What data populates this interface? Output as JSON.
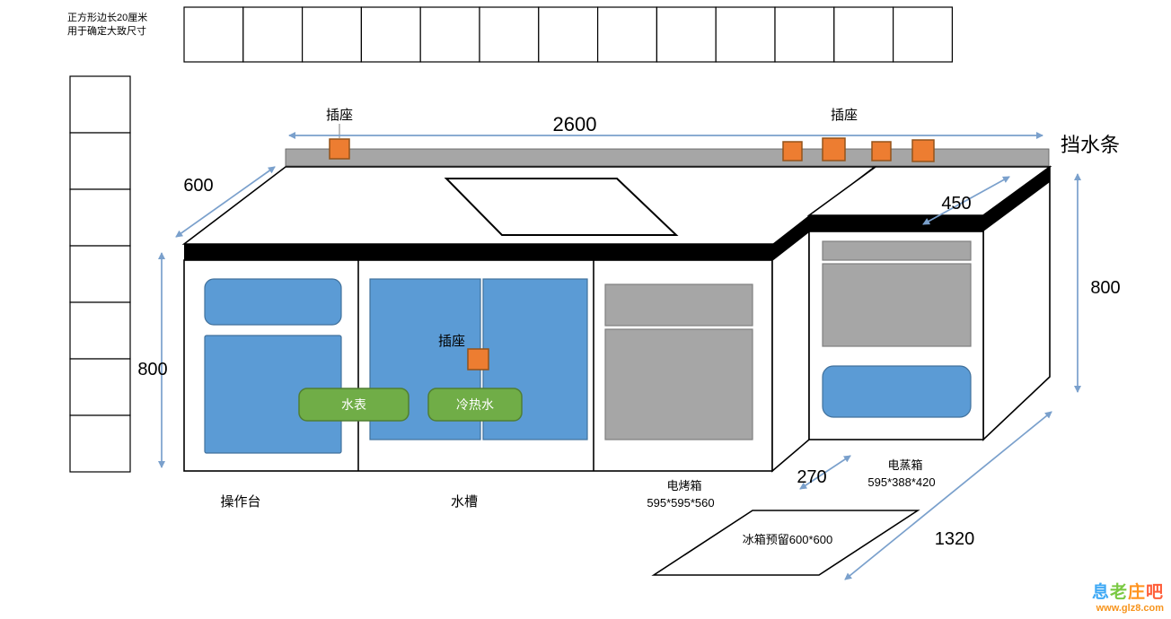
{
  "note": {
    "line1": "正方形边长20厘米",
    "line2": "用于确定大致尺寸"
  },
  "grid": {
    "h_count": 13,
    "v_count": 7
  },
  "dimensions": {
    "top_width": "2600",
    "counter_depth": "600",
    "tower_depth": "450",
    "height_left": "800",
    "height_right": "800",
    "gap": "270",
    "floor_diag": "1320"
  },
  "labels": {
    "socket": "插座",
    "water_barrier": "挡水条",
    "water_meter": "水表",
    "cold_hot_water": "冷热水",
    "worktop": "操作台",
    "sink": "水槽",
    "oven_name": "电烤箱",
    "oven_size": "595*595*560",
    "steamer_name": "电蒸箱",
    "steamer_size": "595*388*420",
    "fridge_reserved": "冰箱预留600*600"
  },
  "watermark": {
    "c1": "息",
    "c2": "老",
    "c3": "庄",
    "c4": "吧",
    "url": "www.glz8.com"
  },
  "colors": {
    "panel_blue": "#5b9bd5",
    "button_green": "#70ad47",
    "socket_orange": "#ed7d31",
    "gray": "#a6a6a6",
    "arrow_blue": "#7aa0cc",
    "watermark_orange": "#f7941d"
  }
}
